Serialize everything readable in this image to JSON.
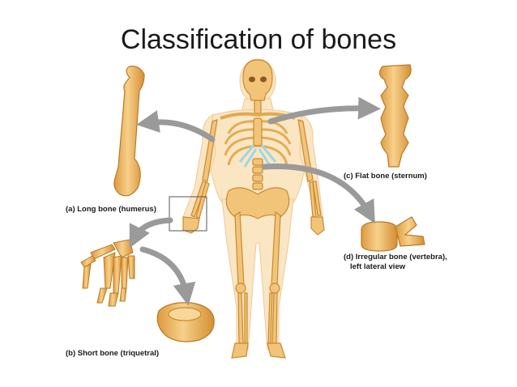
{
  "title": "Classification of bones",
  "labels": {
    "long": "(a) Long bone (humerus)",
    "flat": "(c) Flat bone (sternum)",
    "irregular_line1": "(d) Irregular bone (vertebra),",
    "irregular_line2": "left lateral view",
    "short": "(b) Short bone (triquetral)"
  },
  "colors": {
    "bone": "#f2c47a",
    "bone_outline": "#c98a2e",
    "bone_shadow": "#dfa04a",
    "skin": "#fbe6c4",
    "cartilage": "#9fd6e6",
    "arrow": "#9a9a9a"
  }
}
